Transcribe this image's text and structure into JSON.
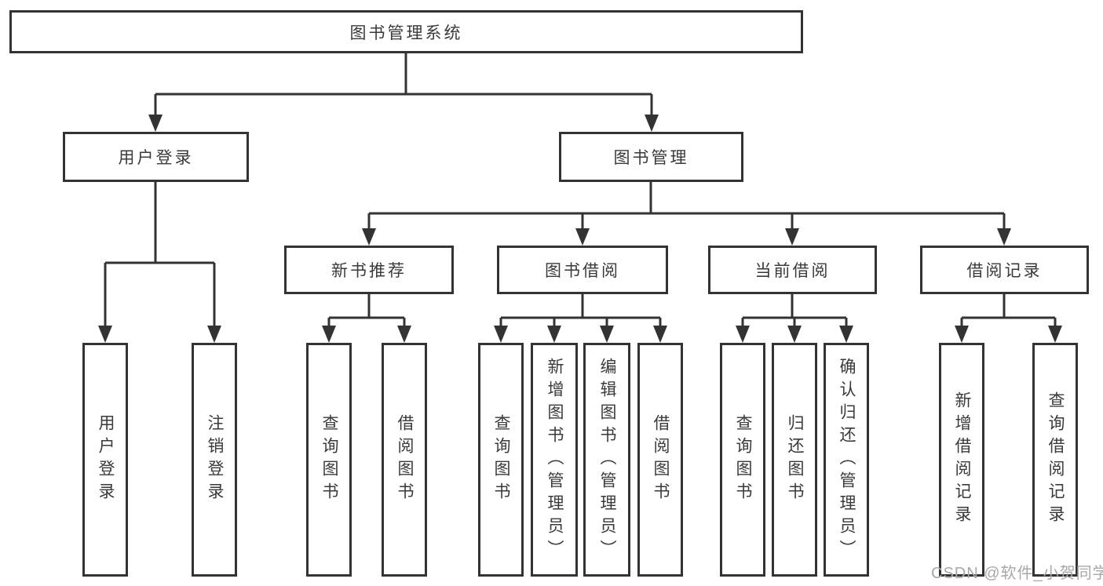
{
  "title": "图书管理系统",
  "watermark": "CSDN @软件_小贺同学",
  "colors": {
    "line": "#333333",
    "border": "#333333",
    "text": "#3a3a3a",
    "background": "#ffffff",
    "watermark": "#a8a8a8"
  },
  "nodes": {
    "root": "图书管理系统",
    "user_login": "用户登录",
    "book_mgmt": "图书管理",
    "new_book_rec": "新书推荐",
    "book_borrow": "图书借阅",
    "current_borrow": "当前借阅",
    "borrow_records": "借阅记录",
    "login_user_login": "用户登录",
    "login_logout": "注销登录",
    "rec_query_books": "查询图书",
    "rec_borrow_books": "借阅图书",
    "bb_query_books": "查询图书",
    "bb_add_books": "新增图书（管理员）",
    "bb_edit_books": "编辑图书（管理员）",
    "bb_borrow_books": "借阅图书",
    "cb_query_books": "查询图书",
    "cb_return_books": "归还图书",
    "cb_confirm_return": "确认归还（管理员）",
    "br_add_record": "新增借阅记录",
    "br_query_record": "查询借阅记录"
  },
  "hierarchy": {
    "root": "图书管理系统",
    "branches": [
      {
        "label": "用户登录",
        "children": [
          "用户登录",
          "注销登录"
        ]
      },
      {
        "label": "图书管理",
        "children": [
          {
            "label": "新书推荐",
            "children": [
              "查询图书",
              "借阅图书"
            ]
          },
          {
            "label": "图书借阅",
            "children": [
              "查询图书",
              "新增图书（管理员）",
              "编辑图书（管理员）",
              "借阅图书"
            ]
          },
          {
            "label": "当前借阅",
            "children": [
              "查询图书",
              "归还图书",
              "确认归还（管理员）"
            ]
          },
          {
            "label": "借阅记录",
            "children": [
              "新增借阅记录",
              "查询借阅记录"
            ]
          }
        ]
      }
    ]
  }
}
